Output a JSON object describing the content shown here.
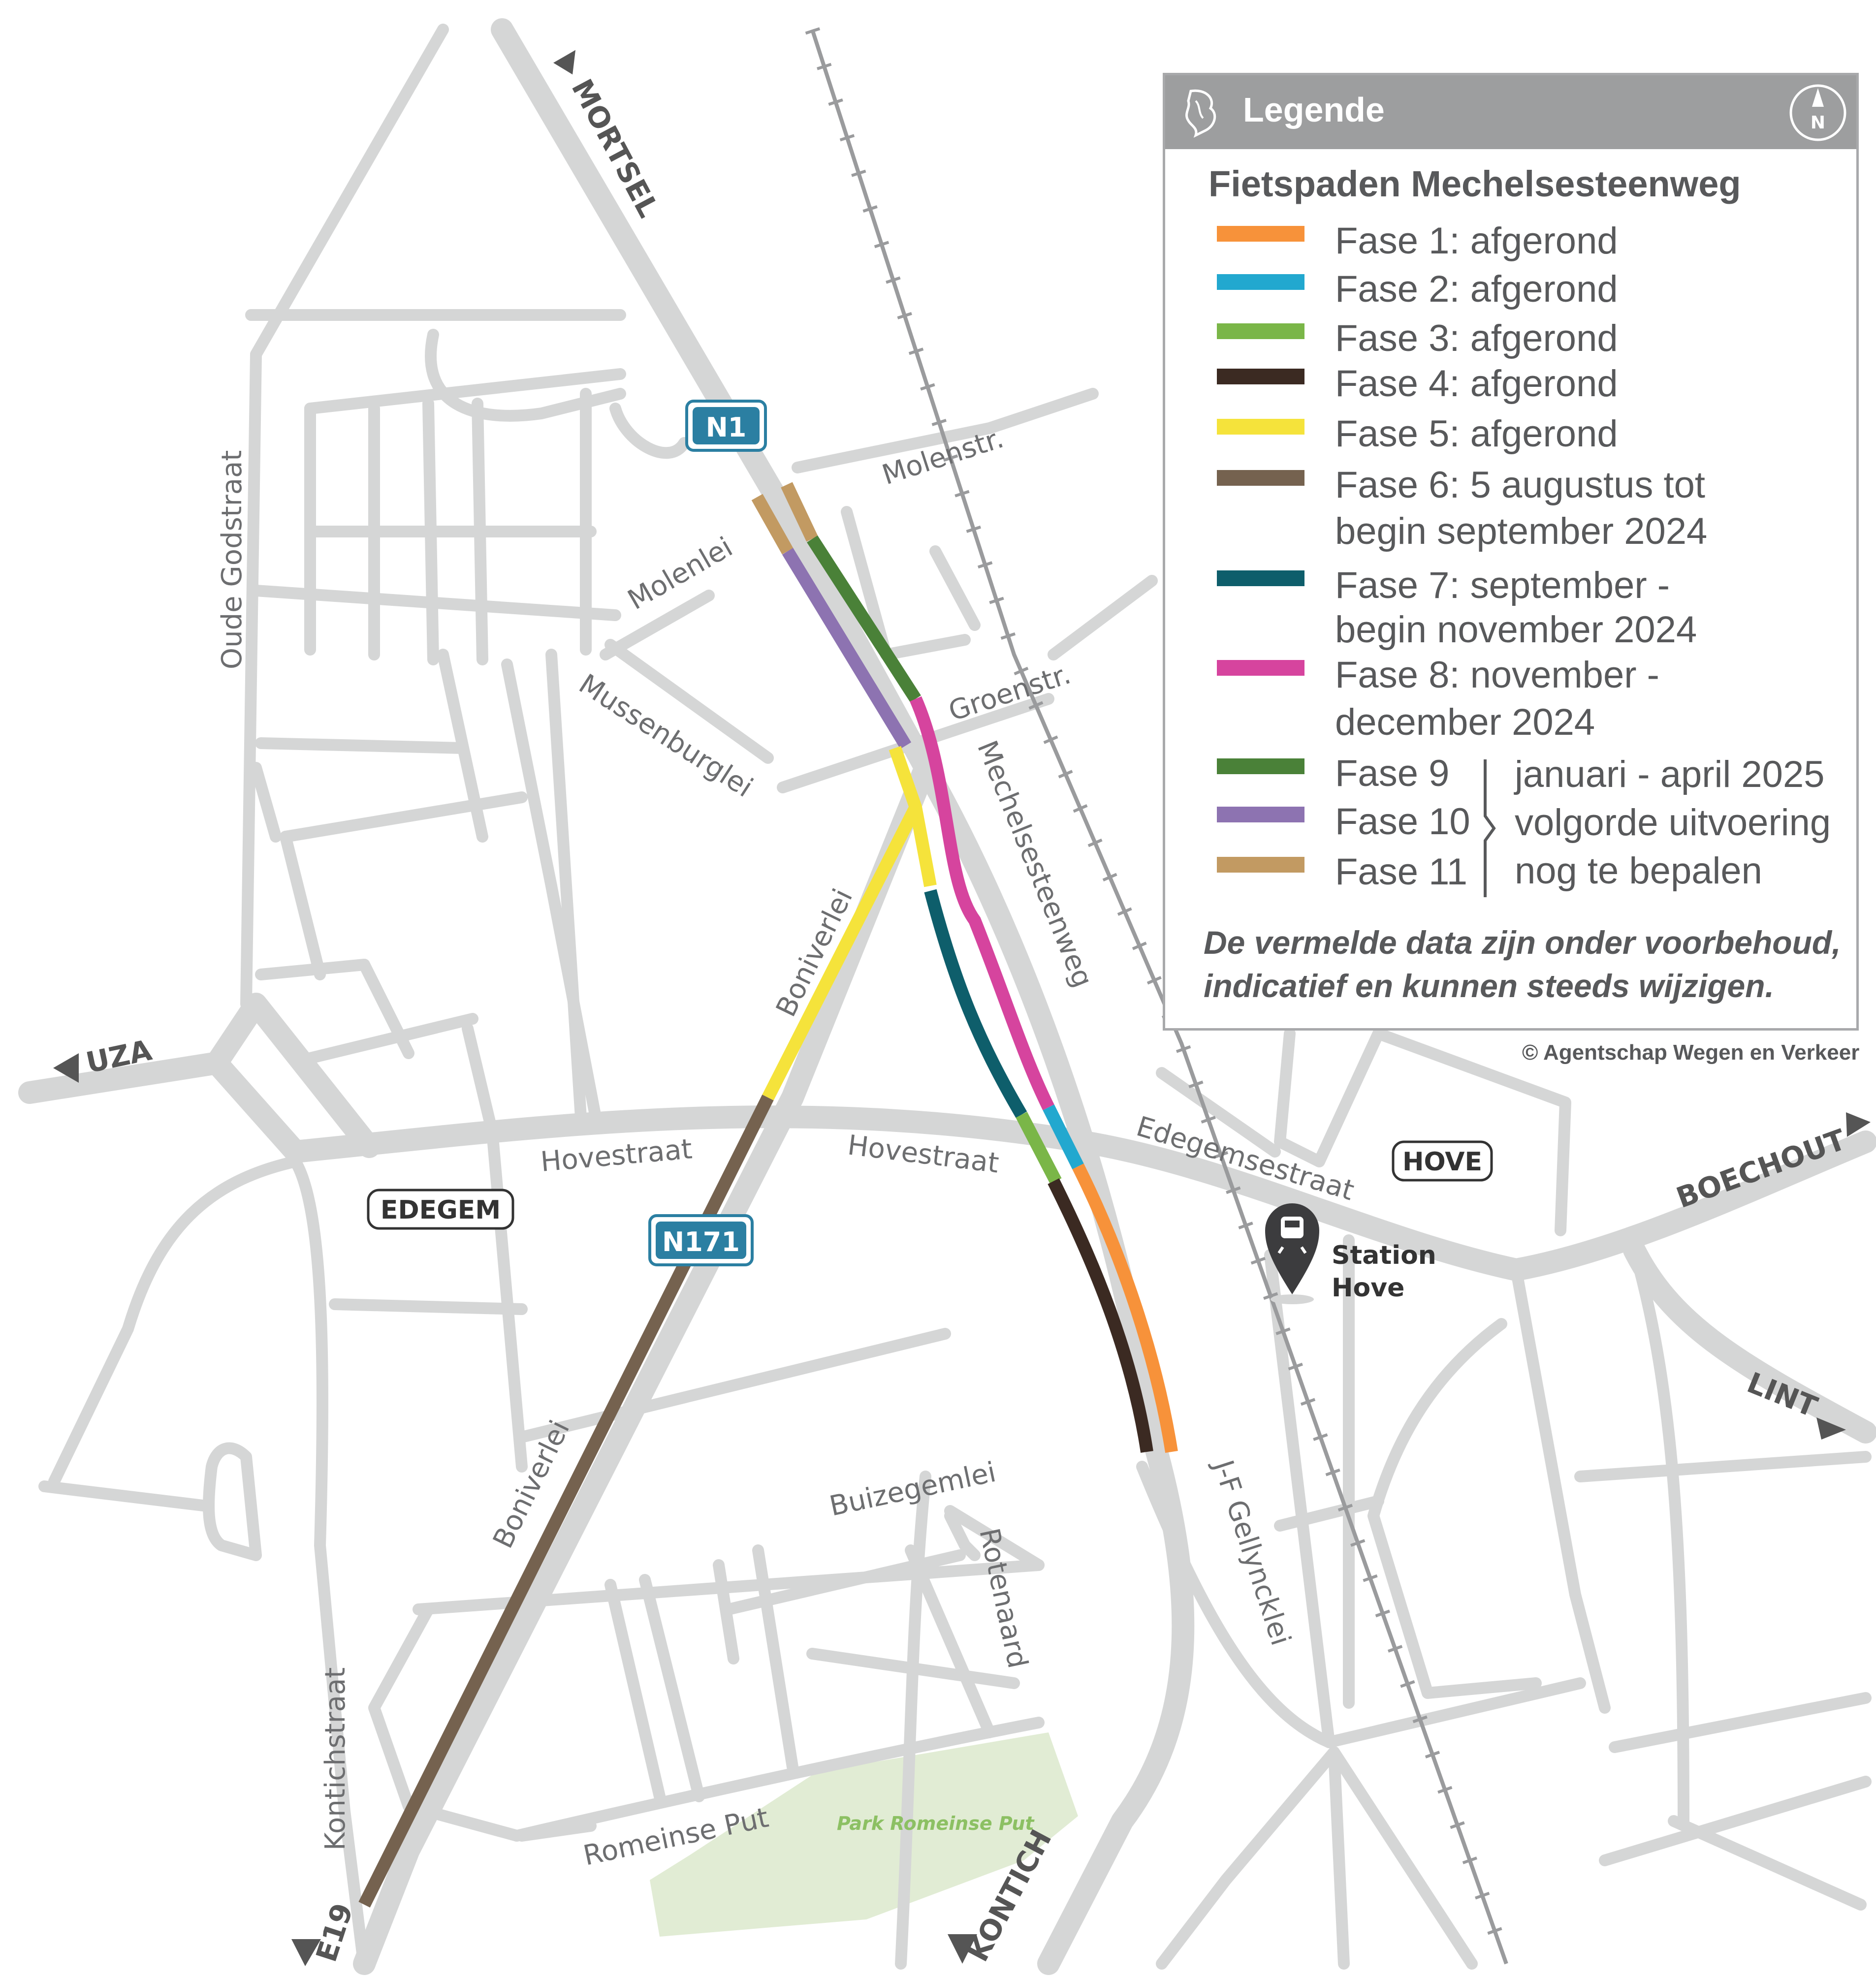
{
  "legend": {
    "header": "Legende",
    "subtitle": "Fietspaden Mechelsesteenweg",
    "north_icon": "compass-north-icon",
    "north_letter": "N",
    "logo_icon": "flemish-lion-logo",
    "phases": [
      {
        "label": "Fase 1: afgerond",
        "color": "#f7923a"
      },
      {
        "label": "Fase 2: afgerond",
        "color": "#22a8cf"
      },
      {
        "label": "Fase 3: afgerond",
        "color": "#7ab648"
      },
      {
        "label": "Fase 4: afgerond",
        "color": "#3b2a22"
      },
      {
        "label": "Fase 5: afgerond",
        "color": "#f5e33b"
      },
      {
        "label": "Fase 6: 5 augustus tot",
        "label2": "begin september 2024",
        "color": "#75624f"
      },
      {
        "label": "Fase 7: september -",
        "label2": "begin november 2024",
        "color": "#0e5e6b"
      },
      {
        "label": "Fase 8: november -",
        "label2": "december 2024",
        "color": "#d6449e"
      },
      {
        "label": "Fase 9",
        "color": "#4a8138"
      },
      {
        "label": "Fase 10",
        "color": "#8d73b1"
      },
      {
        "label": "Fase 11",
        "color": "#c29a62"
      }
    ],
    "group_note": [
      "januari - april 2025",
      "volgorde uitvoering",
      "nog te bepalen"
    ],
    "disclaimer": [
      "De vermelde data zijn onder voorbehoud,",
      "indicatief en kunnen steeds wijzigen."
    ]
  },
  "copyright": "© Agentschap Wegen en Verkeer",
  "map": {
    "streets": {
      "oude_godstraat": "Oude Godstraat",
      "molenlei": "Molenlei",
      "molenstr": "Molenstr.",
      "mussenburglei": "Mussenburglei",
      "groenstr": "Groenstr.",
      "mechelsesteenweg": "Mechelsesteenweg",
      "boniverlei_north": "Boniverlei",
      "boniverlei_south": "Boniverlei",
      "hovestraat_west": "Hovestraat",
      "hovestraat_east": "Hovestraat",
      "edegemsestraat": "Edegemsestraat",
      "buizegemlei": "Buizegemlei",
      "rotenaard": "Rotenaard",
      "jf_gellyncklei": "J-F Gellyncklei",
      "kontichstraat": "Kontichstraat",
      "romeinse_put": "Romeinse Put",
      "park": "Park Romeinse Put"
    },
    "directions": {
      "mortsel": "MORTSEL",
      "uza": "UZA",
      "boechout": "BOECHOUT",
      "lint": "LINT",
      "kontich": "KONTICH",
      "e19": "E19"
    },
    "places": {
      "edegem": "EDEGEM",
      "hove": "HOVE"
    },
    "route_badges": {
      "n1": "N1",
      "n171": "N171"
    },
    "station": {
      "line1": "Station",
      "line2": "Hove",
      "icon": "train-station-pin-icon"
    },
    "colors": {
      "road": "#d5d6d6",
      "rail": "#9a9b9d",
      "park": "#e1ecd4",
      "badge": "#2b7fa2",
      "park_text": "#8cc063"
    }
  }
}
